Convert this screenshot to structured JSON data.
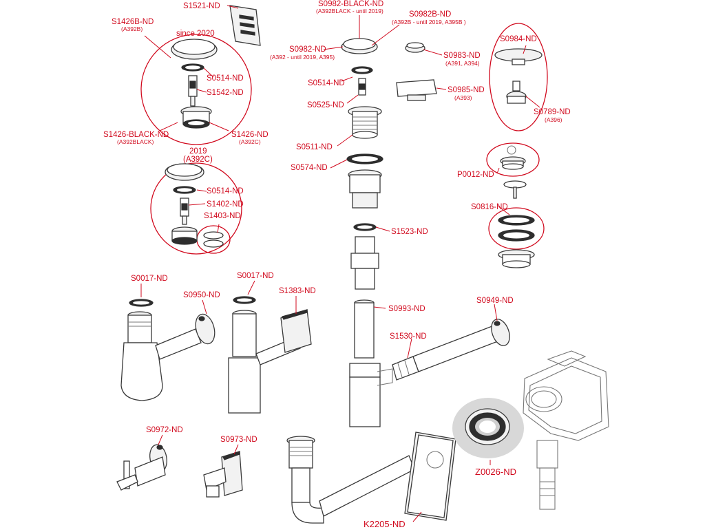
{
  "accent_color": "#d10a1e",
  "labels": {
    "s1521": "S1521-ND",
    "s1426b": "S1426B-ND",
    "s1426b_sub": "(A392B)",
    "since2020": "since 2020",
    "s0514_a": "S0514-ND",
    "s1542": "S1542-ND",
    "s1426black": "S1426-BLACK-ND",
    "s1426black_sub": "(A392BLACK)",
    "s1426": "S1426-ND",
    "s1426_sub": "(A392C)",
    "y2019": "2019",
    "y2019_sub": "(A392C)",
    "s0514_b": "S0514-ND",
    "s1402": "S1402-ND",
    "s1403": "S1403-ND",
    "s0982black": "S0982-BLACK-ND",
    "s0982black_sub": "(A392BLACK - until 2019)",
    "s0982b": "S0982B-ND",
    "s0982b_sub": "(A392B - until 2019, A395B )",
    "s0982": "S0982-ND",
    "s0982_sub": "(A392 - until 2019, A395)",
    "s0983": "S0983-ND",
    "s0983_sub": "(A391, A394)",
    "s0514_c": "S0514-ND",
    "s0985": "S0985-ND",
    "s0985_sub": "(A393)",
    "s0525": "S0525-ND",
    "s0984": "S0984-ND",
    "s0789": "S0789-ND",
    "s0789_sub": "(A396)",
    "s0511": "S0511-ND",
    "s0574": "S0574-ND",
    "p0012": "P0012-ND",
    "s0816": "S0816-ND",
    "s1523": "S1523-ND",
    "s0017_a": "S0017-ND",
    "s0950": "S0950-ND",
    "s0017_b": "S0017-ND",
    "s1383": "S1383-ND",
    "s0993": "S0993-ND",
    "s0949": "S0949-ND",
    "s1530": "S1530-ND",
    "s0972": "S0972-ND",
    "s0973": "S0973-ND",
    "z0026": "Z0026-ND",
    "k2205": "K2205-ND"
  }
}
